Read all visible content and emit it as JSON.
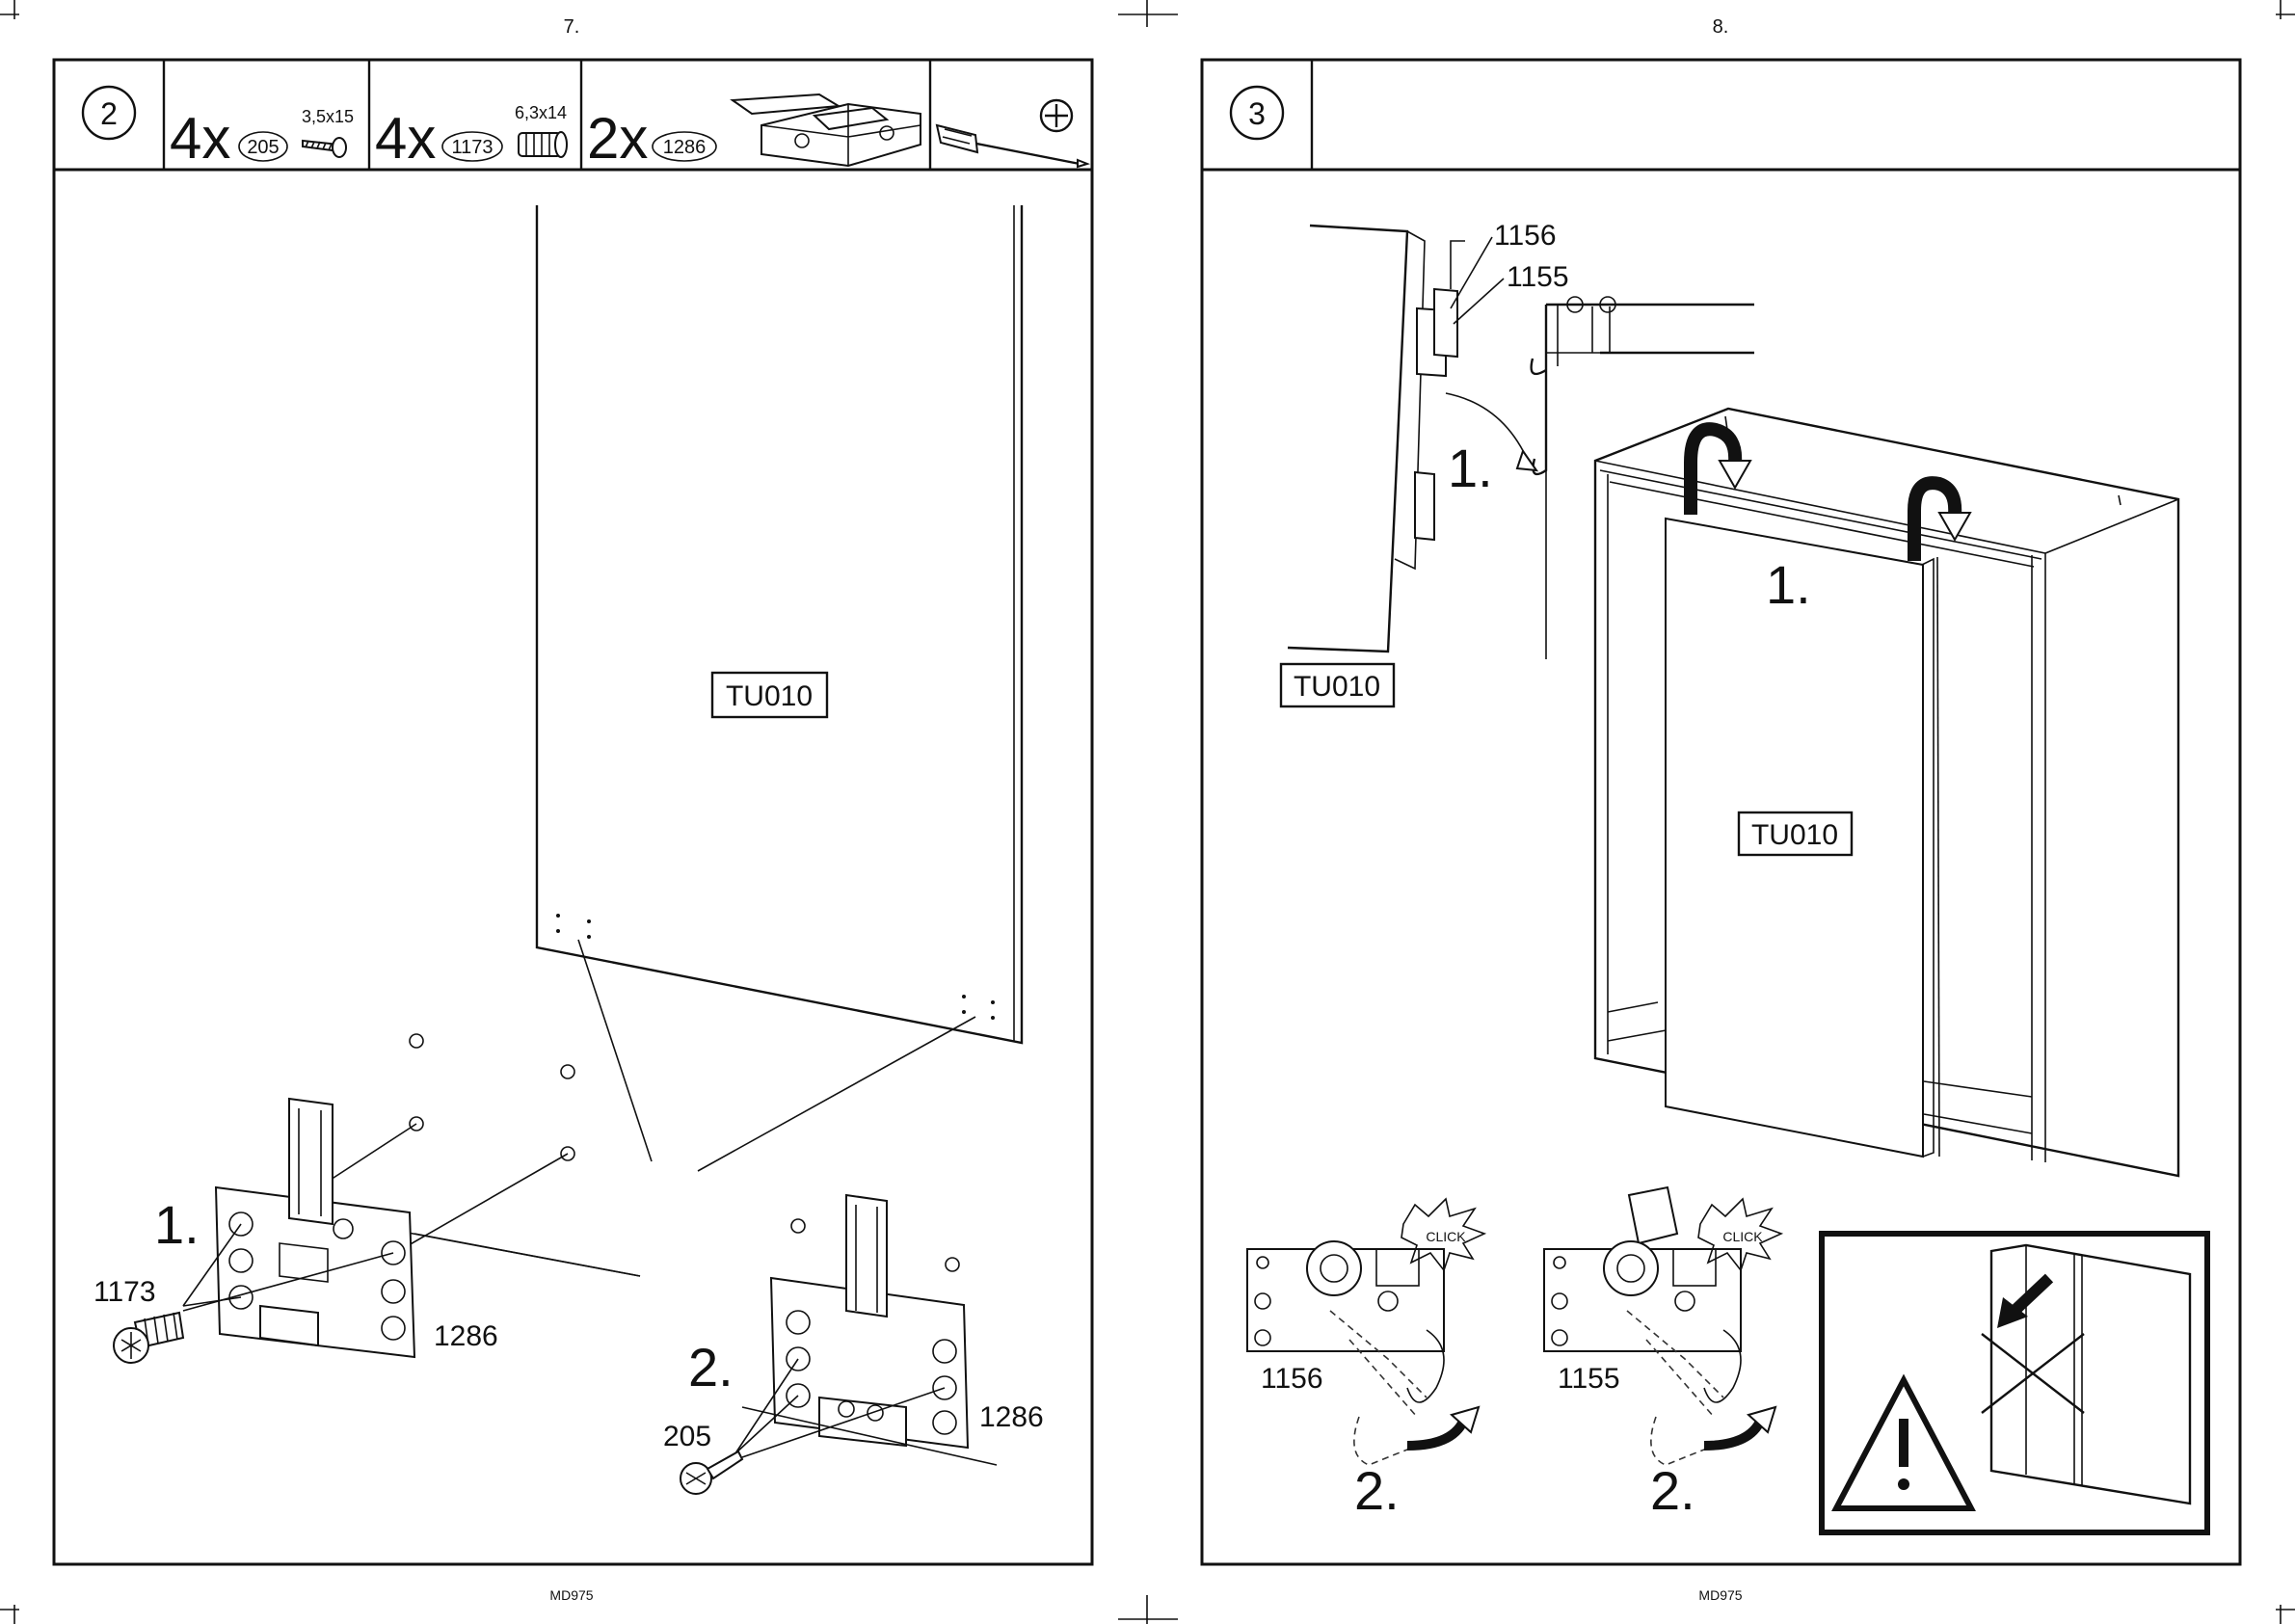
{
  "pages": {
    "left_number": "7.",
    "right_number": "8.",
    "left_footer": "MD975",
    "right_footer": "MD975"
  },
  "step2": {
    "number": "2",
    "items": [
      {
        "qty": "4x",
        "part": "205",
        "size": "3,5x15"
      },
      {
        "qty": "4x",
        "part": "1173",
        "size": "6,3x14"
      },
      {
        "qty": "2x",
        "part": "1286"
      }
    ],
    "panel_label": "TU010",
    "callouts": {
      "sub1": "1.",
      "sub2": "2.",
      "part_1173": "1173",
      "part_1286_a": "1286",
      "part_205": "205",
      "part_1286_b": "1286"
    }
  },
  "step3": {
    "number": "3",
    "callouts": {
      "part_1156": "1156",
      "part_1155": "1155",
      "detail_sub1": "1.",
      "door_label_detail": "TU010",
      "wardrobe_sub1": "1.",
      "door_label": "TU010",
      "click_a": "CLICK",
      "click_b": "CLICK",
      "bottom_1156": "1156",
      "bottom_1155": "1155",
      "sub2_a": "2.",
      "sub2_b": "2."
    }
  },
  "icons": [
    "screw-icon",
    "dowel-icon",
    "bracket-icon",
    "screwdriver-icon",
    "phillips-head-icon",
    "warning-icon"
  ]
}
